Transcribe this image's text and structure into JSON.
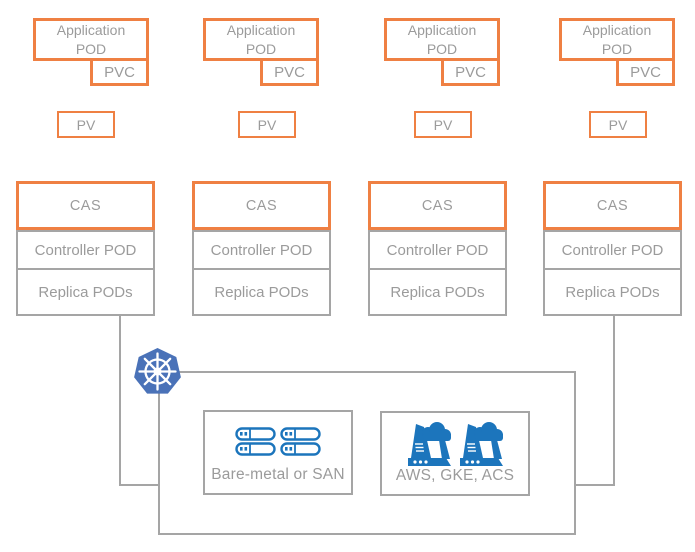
{
  "diagram": {
    "labels": {
      "app_pod": "Application POD",
      "pvc": "PVC",
      "pv": "PV",
      "cas": "CAS",
      "controller_pod": "Controller POD",
      "replica_pods": "Replica PODs"
    },
    "infrastructure": {
      "bare_metal_label": "Bare-metal or SAN",
      "cloud_label": "AWS, GKE, ACS"
    },
    "icons": {
      "kubernetes": "kubernetes-helm-wheel-icon",
      "bare_metal": "server-rack-icon",
      "cloud": "cloud-server-icon"
    },
    "colors": {
      "orange": "#EF8043",
      "border_gray": "#A5A5A5",
      "text_gray": "#9B9B9B",
      "kubernetes_blue": "#4A72B8",
      "icon_blue": "#1C75BC"
    }
  }
}
